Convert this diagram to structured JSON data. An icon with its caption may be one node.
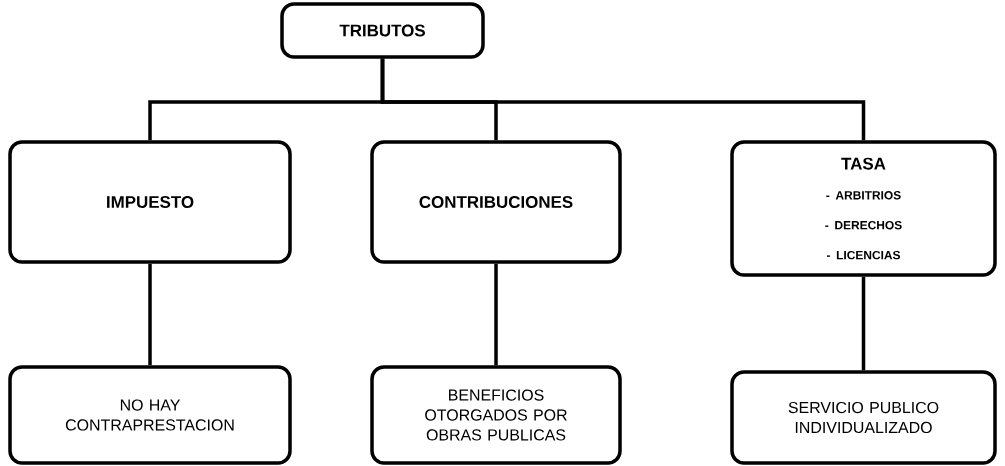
{
  "diagram": {
    "nodes": [
      {
        "text": [
          "TRIBUTOS"
        ]
      },
      {
        "text": [
          "IMPUESTO"
        ]
      },
      {
        "text": [
          "CONTRIBUCIONES"
        ]
      },
      {
        "text": [
          "TASA",
          "- ARBITRIOS",
          "- DERECHOS",
          "- LICENCIAS"
        ]
      },
      {
        "text": [
          "NO HAY CONTRAPRESTACION"
        ]
      },
      {
        "text": [
          "BENEFICIOS OTORGADOS POR OBRAS PUBLICAS"
        ]
      },
      {
        "text": [
          "SERVICIO PUBLICO INDIVIDUALIZADO"
        ]
      }
    ],
    "edges": [
      {
        "from": 0,
        "to": 1,
        "arrow": "none"
      },
      {
        "from": 0,
        "to": 2,
        "arrow": "none"
      },
      {
        "from": 0,
        "to": 3,
        "arrow": "none"
      },
      {
        "from": 1,
        "to": 4,
        "arrow": "none"
      },
      {
        "from": 2,
        "to": 5,
        "arrow": "none"
      },
      {
        "from": 3,
        "to": 6,
        "arrow": "none"
      }
    ]
  }
}
